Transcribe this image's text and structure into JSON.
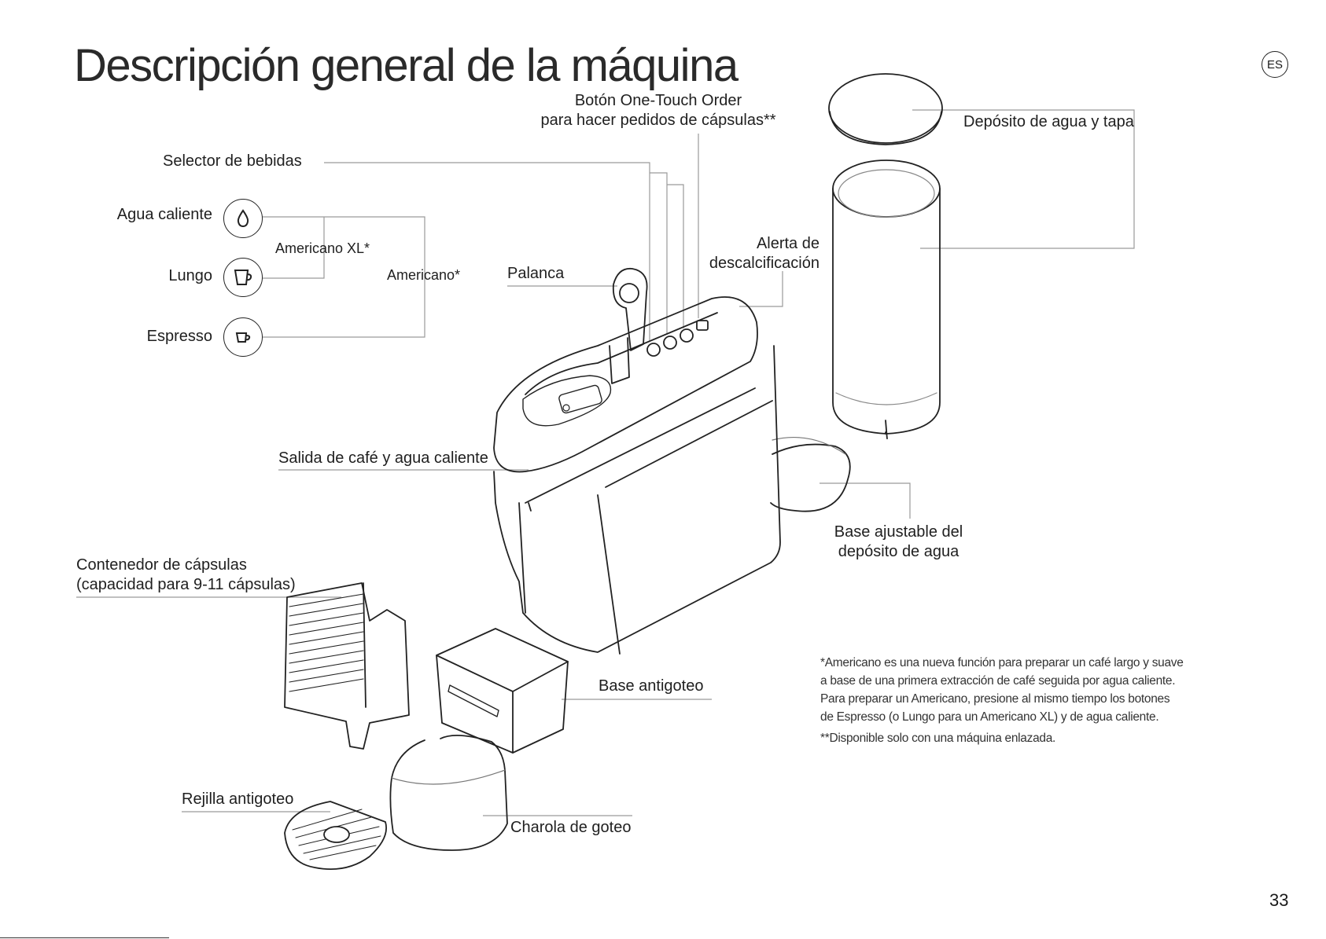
{
  "page": {
    "title": "Descripción general de la máquina",
    "lang_badge": "ES",
    "page_number": "33"
  },
  "labels": {
    "one_touch_line1": "Botón One-Touch Order",
    "one_touch_line2": "para hacer pedidos de cápsulas**",
    "water_tank": "Depósito de agua y tapa",
    "beverage_selector": "Selector de bebidas",
    "hot_water": "Agua caliente",
    "lungo": "Lungo",
    "espresso": "Espresso",
    "americano_xl": "Americano XL*",
    "americano": "Americano*",
    "lever": "Palanca",
    "descaling_line1": "Alerta de",
    "descaling_line2": "descalcificación",
    "outlet": "Salida de café y agua caliente",
    "tank_base_line1": "Base ajustable del",
    "tank_base_line2": "depósito de agua",
    "capsule_container_line1": "Contenedor de cápsulas",
    "capsule_container_line2": "(capacidad para 9-11 cápsulas)",
    "drip_base": "Base antigoteo",
    "drip_grid": "Rejilla antigoteo",
    "drip_tray": "Charola de goteo"
  },
  "footnotes": {
    "americano_note": [
      "*Americano es una nueva función para preparar un café largo y suave",
      "a base de una primera extracción de café seguida por agua caliente.",
      "Para preparar un Americano, presione al mismo tiempo los botones",
      "de Espresso (o Lungo para un Americano XL) y de agua caliente."
    ],
    "linked_machine_note": "**Disponible solo con una máquina enlazada."
  },
  "icons": {
    "hot_water": "water-drop-icon",
    "lungo": "large-cup-icon",
    "espresso": "small-cup-icon"
  }
}
